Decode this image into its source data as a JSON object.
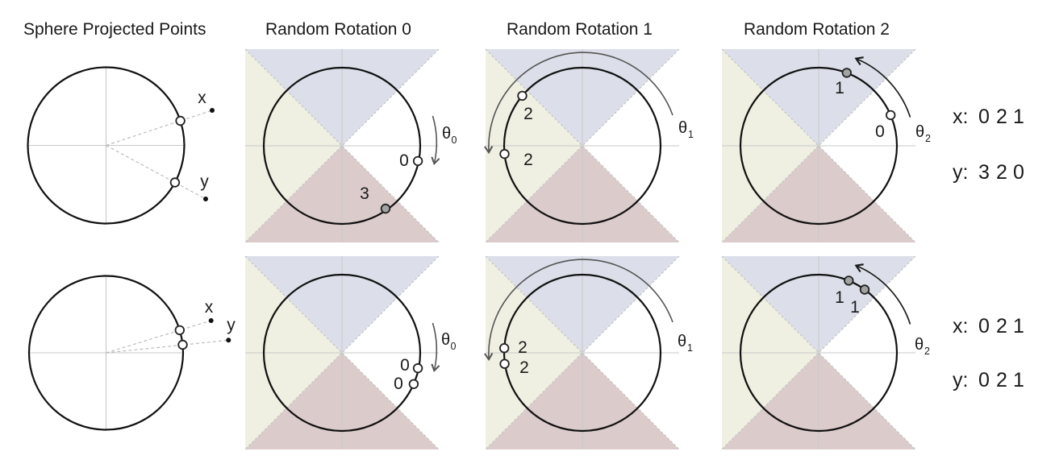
{
  "palette": {
    "text": "#1a1a1a",
    "red": "#ee1111",
    "sector_top": "#dcdfe9",
    "sector_left": "#efefe2",
    "sector_bottom": "#dccbcb",
    "sector_right": "#ffffff",
    "gray_arrow": "#555555",
    "black_arrow": "#1a1a1a",
    "filled_point": "#a3a3a3"
  },
  "titles": [
    "Sphere Projected Points",
    "Random Rotation 0",
    "Random Rotation 1",
    "Random Rotation 2"
  ],
  "theta_symbol": "θ",
  "theta_subs": [
    "0",
    "1",
    "2"
  ],
  "rows": [
    {
      "sphere_labels": {
        "x": "x",
        "y": "y"
      },
      "points": {
        "rot0": [
          "0",
          "3"
        ],
        "rot1": [
          "2",
          "2"
        ],
        "rot2": [
          "1",
          "0"
        ]
      },
      "code": {
        "x_label": "x:",
        "x_digits": [
          "0",
          "2",
          "1"
        ],
        "x_colors": [
          "#ee1111",
          "#1a1a1a",
          "#ee1111"
        ],
        "y_label": "y:",
        "y_digits": [
          "3",
          "2",
          "0"
        ],
        "y_colors": [
          "#ee1111",
          "#1a1a1a",
          "#ee1111"
        ]
      }
    },
    {
      "sphere_labels": {
        "x": "x",
        "y": "y"
      },
      "points": {
        "rot0": [
          "0",
          "0"
        ],
        "rot1": [
          "2",
          "2"
        ],
        "rot2": [
          "1",
          "1"
        ]
      },
      "code": {
        "x_label": "x:",
        "x_digits": [
          "0",
          "2",
          "1"
        ],
        "x_colors": [
          "#1a1a1a",
          "#1a1a1a",
          "#1a1a1a"
        ],
        "y_label": "y:",
        "y_digits": [
          "0",
          "2",
          "1"
        ],
        "y_colors": [
          "#1a1a1a",
          "#1a1a1a",
          "#1a1a1a"
        ]
      }
    }
  ]
}
